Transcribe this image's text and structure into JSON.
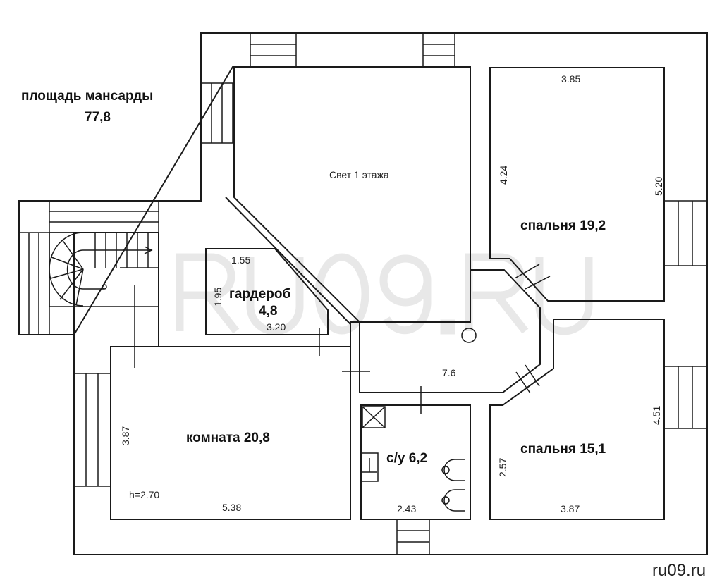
{
  "watermark": "RU09.RU",
  "site": "ru09.ru",
  "attic": {
    "label": "площадь мансарды",
    "area": "77,8"
  },
  "rooms": {
    "light_well": "Свет 1 этажа",
    "bedroom1": "спальня 19,2",
    "bedroom2": "спальня 15,1",
    "wardrobe": "гардероб",
    "wardrobe_area": "4,8",
    "room": "комната 20,8",
    "wc": "с/у 6,2",
    "hall": "7.6"
  },
  "dims": {
    "b1_top": "3.85",
    "b1_left": "4.24",
    "b1_right": "5.20",
    "wd_top": "1.55",
    "wd_left": "1.95",
    "wd_bottom": "3.20",
    "room_left": "3.87",
    "room_bottom": "5.38",
    "room_height": "h=2.70",
    "wc_bottom": "2.43",
    "b2_left": "2.57",
    "b2_right": "4.51",
    "b2_bottom": "3.87"
  }
}
